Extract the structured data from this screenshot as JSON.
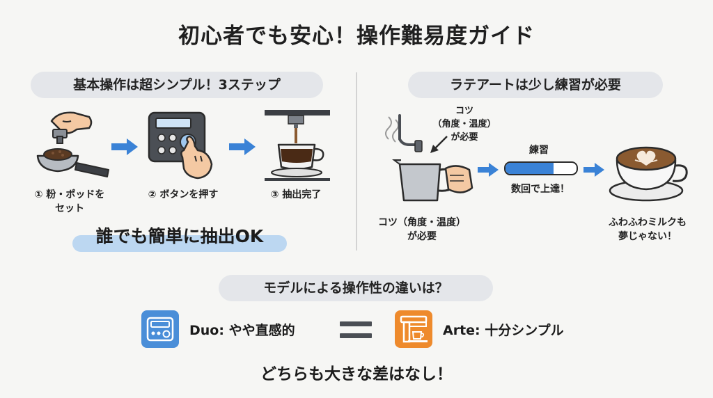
{
  "title": "初心者でも安心！操作難易度ガイド",
  "left_section": {
    "heading": "基本操作は超シンプル！3ステップ",
    "steps": [
      {
        "line1": "① 粉・ポッドを",
        "line2": "セット"
      },
      {
        "line1": "② ボタンを押す",
        "line2": ""
      },
      {
        "line1": "③ 抽出完了",
        "line2": ""
      }
    ],
    "highlight": "誰でも簡単に抽出OK"
  },
  "right_section": {
    "heading": "ラテアートは少し練習が必要",
    "tip_callout": {
      "line1": "コツ",
      "line2": "（角度・温度）",
      "line3": "が必要"
    },
    "practice": {
      "label": "練習",
      "note": "数回で上達！",
      "progress": 0.68
    },
    "tip_caption": {
      "line1": "コツ（角度・温度）",
      "line2": "が必要"
    },
    "result_caption": {
      "line1": "ふわふわミルクも",
      "line2": "夢じゃない！"
    }
  },
  "model_section": {
    "heading": "モデルによる操作性の違いは？",
    "duo": "Duo: やや直感的",
    "arte": "Arte: 十分シンプル",
    "conclusion": "どちらも大きな差はなし！"
  },
  "colors": {
    "accent_blue": "#3a82d6",
    "duo_blue": "#4a8ed8",
    "arte_orange": "#ee8a2c",
    "pill_bg": "#e4e6ea"
  }
}
